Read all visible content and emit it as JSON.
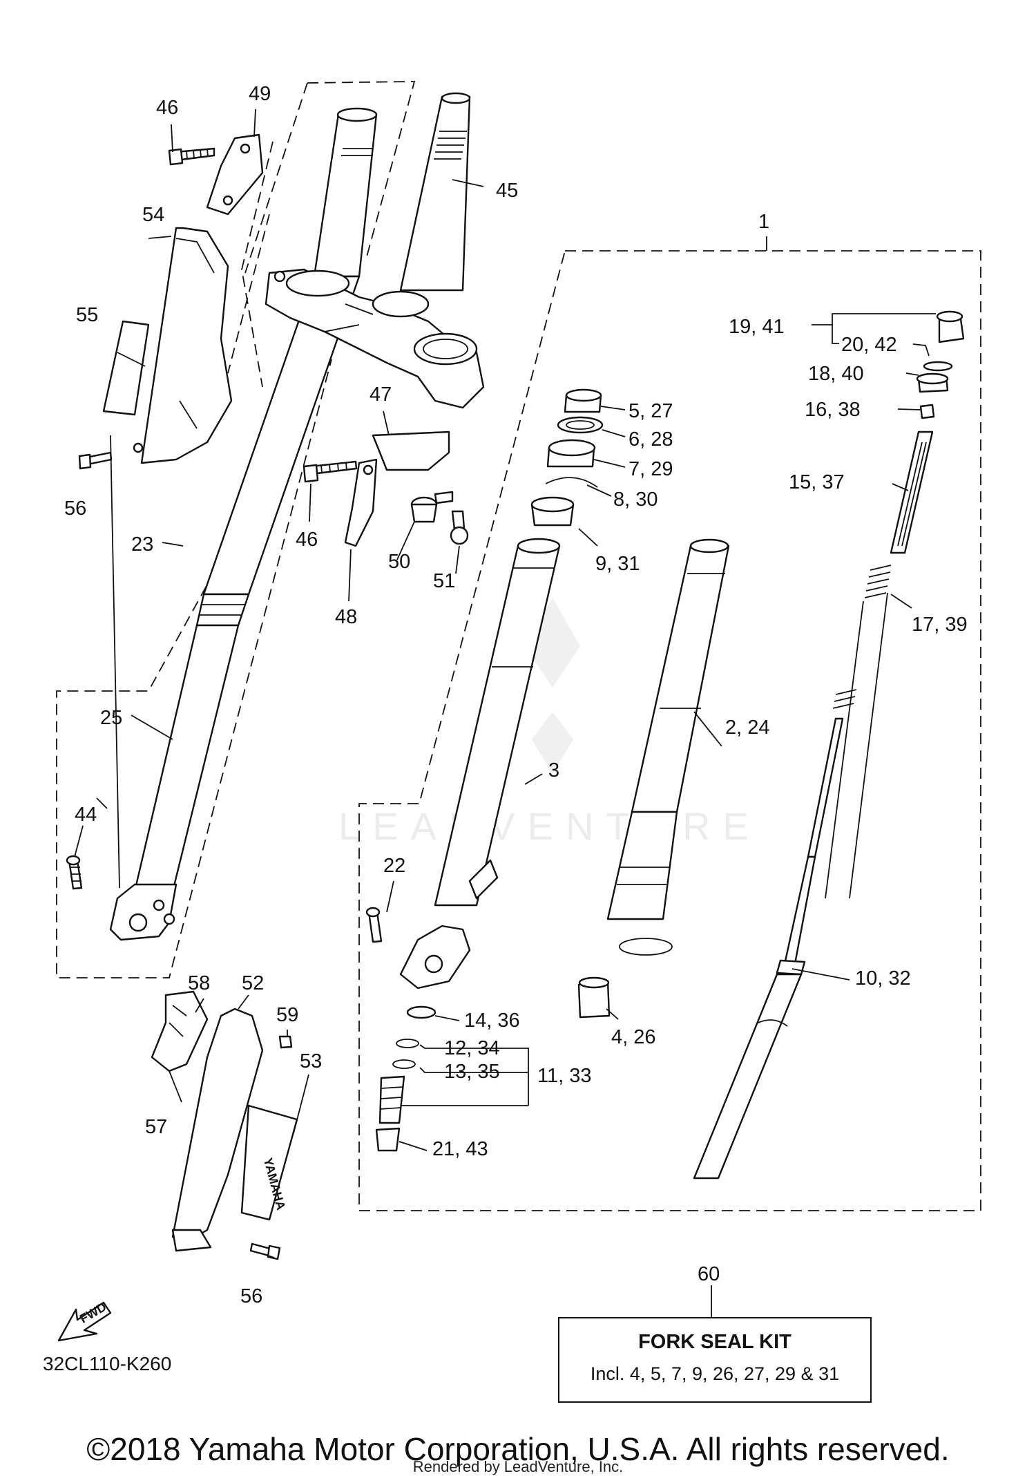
{
  "diagram": {
    "code": "32CL110-K260",
    "watermark": "LEADVENTURE",
    "fwd_label": "FWD",
    "brand_decal": "YAMAHA",
    "callouts": {
      "c1": "1",
      "c2_24": "2, 24",
      "c3": "3",
      "c4_26": "4, 26",
      "c5_27": "5, 27",
      "c6_28": "6, 28",
      "c7_29": "7, 29",
      "c8_30": "8, 30",
      "c9_31": "9, 31",
      "c10_32": "10, 32",
      "c11_33": "11, 33",
      "c12_34": "12, 34",
      "c13_35": "13, 35",
      "c14_36": "14, 36",
      "c15_37": "15, 37",
      "c16_38": "16, 38",
      "c17_39": "17, 39",
      "c18_40": "18, 40",
      "c19_41": "19, 41",
      "c20_42": "20, 42",
      "c21_43": "21, 43",
      "c22": "22",
      "c23": "23",
      "c25": "25",
      "c44": "44",
      "c45": "45",
      "c46a": "46",
      "c46b": "46",
      "c47": "47",
      "c48": "48",
      "c49": "49",
      "c50": "50",
      "c51": "51",
      "c52": "52",
      "c53": "53",
      "c54": "54",
      "c55": "55",
      "c56a": "56",
      "c56b": "56",
      "c57": "57",
      "c58": "58",
      "c59": "59",
      "c60": "60"
    }
  },
  "kit": {
    "title": "FORK SEAL KIT",
    "description": "Incl. 4, 5, 7, 9, 26, 27, 29 & 31"
  },
  "footer": {
    "copyright": "©2018 Yamaha Motor Corporation, U.S.A. All rights reserved.",
    "rendered_by": "Rendered by LeadVenture, Inc."
  }
}
